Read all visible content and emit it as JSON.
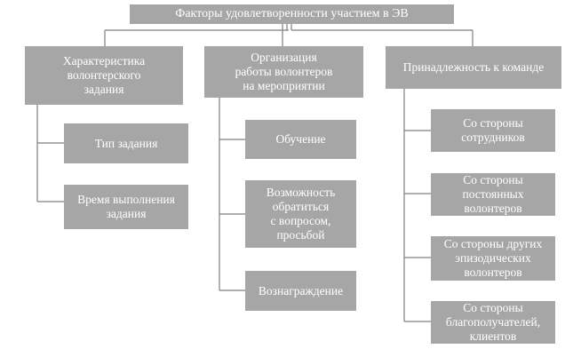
{
  "root": {
    "label": "Факторы удовлетворенности участием в ЭВ"
  },
  "categories": [
    {
      "label": "Характеристика\nволонтерского\nзадания",
      "items": [
        "Тип задания",
        "Время выполнения\nзадания"
      ]
    },
    {
      "label": "Организация\nработы волонтеров\nна мероприятии",
      "items": [
        "Обучение",
        "Возможность\nобратиться\nс вопросом,\nпросьбой",
        "Вознаграждение"
      ]
    },
    {
      "label": "Принадлежность к команде",
      "items": [
        "Со стороны\nсотрудников",
        "Со стороны\nпостоянных\nволонтеров",
        "Со стороны других\nэпизодических\nволонтеров",
        "Со стороны\nблагополучателей,\nклиентов"
      ]
    }
  ],
  "colors": {
    "box_fill": "#a6a6a6",
    "box_text": "#ffffff",
    "connector": "#7f7f7f"
  }
}
